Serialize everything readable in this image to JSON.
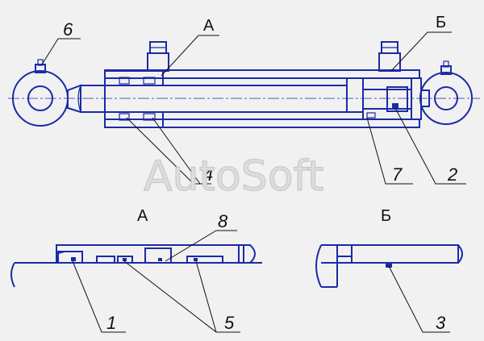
{
  "labels": {
    "view_a_callout": "А",
    "view_b_callout": "Б",
    "view_a_title": "А",
    "view_b_title": "Б",
    "n1": "1",
    "n2": "2",
    "n3": "3",
    "n4": "4",
    "n5": "5",
    "n6": "6",
    "n7": "7",
    "n8": "8"
  },
  "watermark": "AutoSoft",
  "colors": {
    "line": "#1b2aa8",
    "text": "#111111",
    "background": "#f1f1f1"
  }
}
